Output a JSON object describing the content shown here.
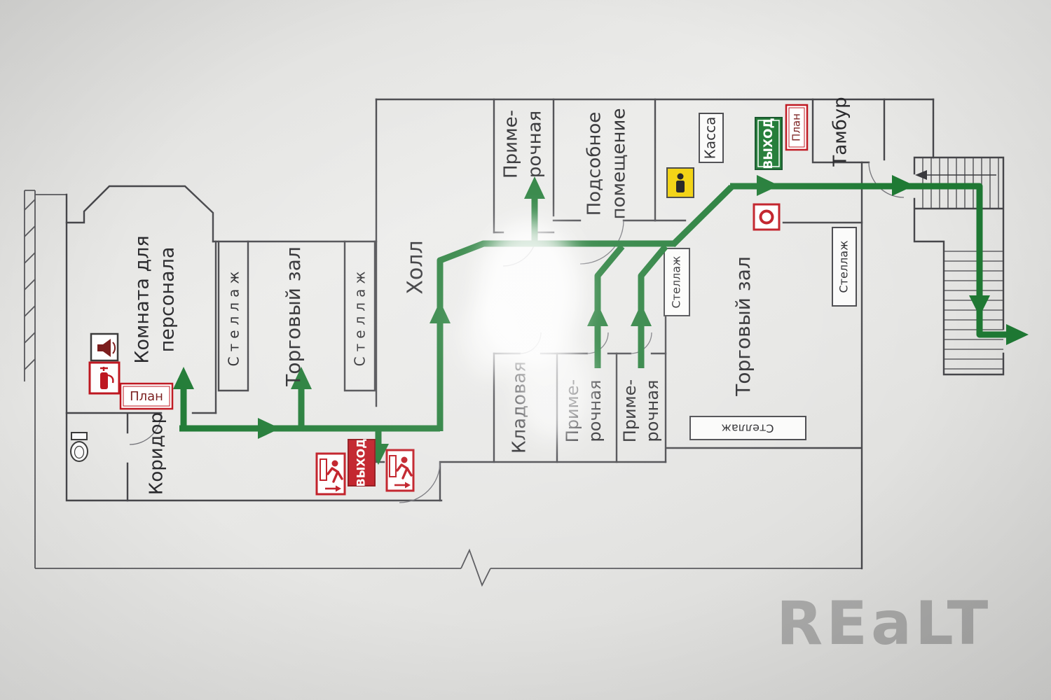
{
  "watermark": "REaLT",
  "colors": {
    "wall": "#47474b",
    "route-green": "#1f7a34",
    "exit-red": "#bf1720",
    "sign-yellow": "#f2d000",
    "label": "#29292c"
  },
  "plan": {
    "rooms": {
      "staff_room": {
        "line1": "Комната для",
        "line2": "персонала"
      },
      "shelf_left_outer": "Стеллаж",
      "sales_floor_left": "Торговый зал",
      "shelf_left_inner": "Стеллаж",
      "hall": "Холл",
      "fitting_room_top": {
        "line1": "Приме-",
        "line2": "рочная"
      },
      "utility_room": {
        "line1": "Подсобное",
        "line2": "помещение"
      },
      "tambour": "Тамбур",
      "storeroom": "Кладовая",
      "fitting_room_1": {
        "line1": "Приме-",
        "line2": "рочная"
      },
      "fitting_room_2": {
        "line1": "Приме-",
        "line2": "рочная"
      },
      "corridor": "Коридор",
      "sales_floor_right": "Торговый зал"
    },
    "fixtures": {
      "shelf_middle": "Стеллаж",
      "shelf_right": "Стеллаж",
      "shelf_bottom": "Стеллаж",
      "cash_desk": "Касса"
    },
    "signs": {
      "exit_green": "ВЫХОД",
      "exit_red": "ВЫХОД",
      "plan_top": "План",
      "plan_left": "План"
    }
  }
}
